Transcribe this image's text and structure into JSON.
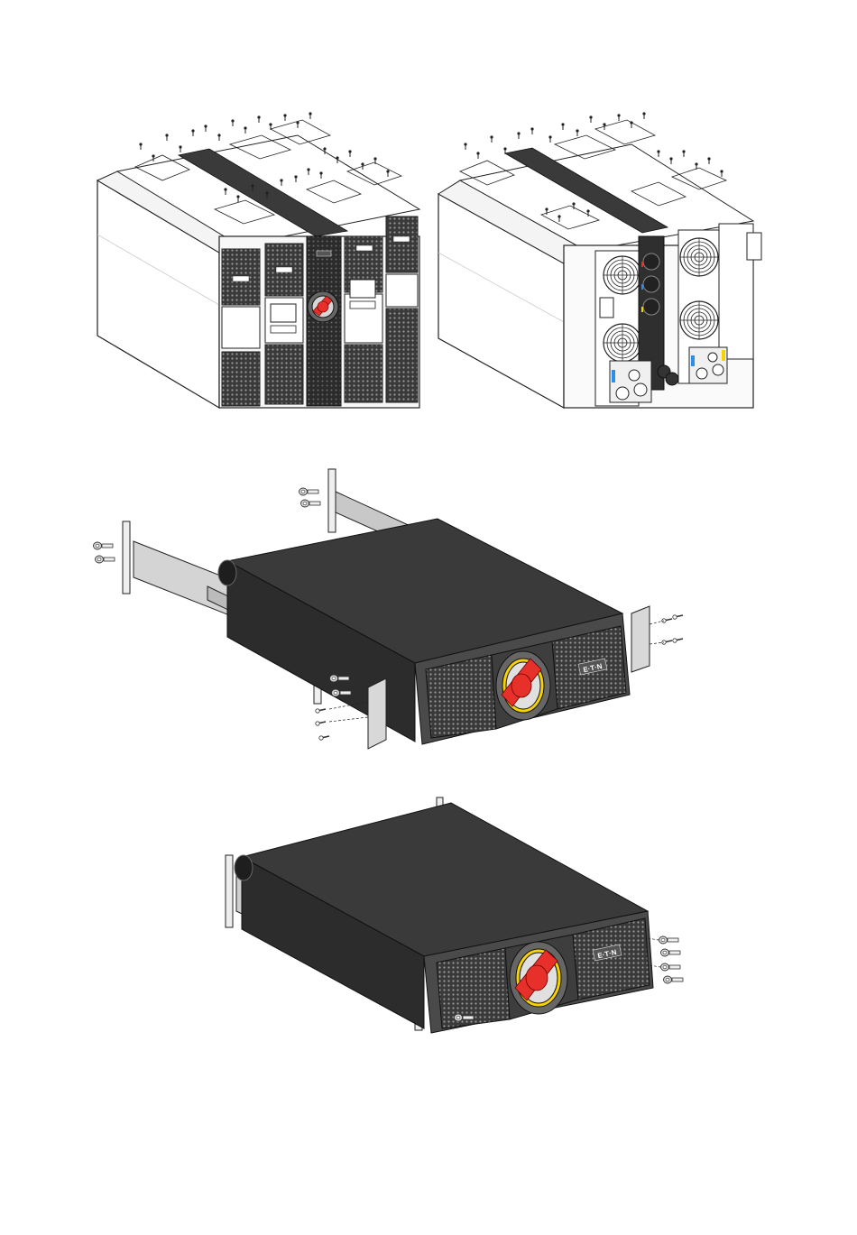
{
  "brand": {
    "logo_text": "E·T·N",
    "logo_text_small": "E·T·N"
  },
  "colors": {
    "housing": "#3c3c3c",
    "housing_dark": "#2a2a2a",
    "bezel": "#555555",
    "switch_red": "#e8302a",
    "switch_yellow": "#f5d200",
    "rail": "#c8c8c8",
    "outline": "#222222",
    "panel": "#f2f2f2"
  },
  "figures": [
    {
      "name": "modules-front-view"
    },
    {
      "name": "modules-rear-view"
    },
    {
      "name": "rack-rails-install"
    },
    {
      "name": "rack-mounted-unit"
    }
  ]
}
